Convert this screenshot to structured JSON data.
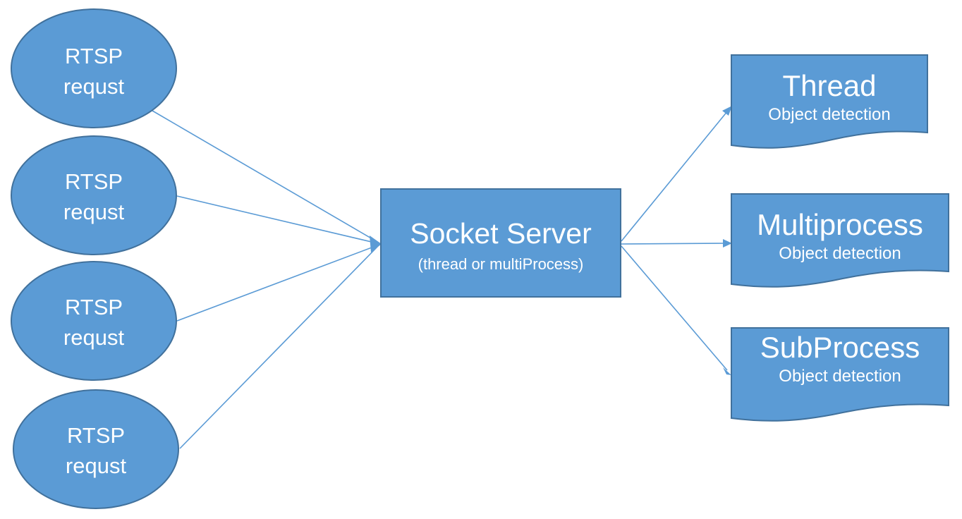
{
  "sources": [
    {
      "line1": "RTSP",
      "line2": "requst"
    },
    {
      "line1": "RTSP",
      "line2": "requst"
    },
    {
      "line1": "RTSP",
      "line2": "requst"
    },
    {
      "line1": "RTSP",
      "line2": "requst"
    }
  ],
  "server": {
    "title": "Socket Server",
    "subtitle": "(thread or multiProcess)"
  },
  "workers": [
    {
      "title": "Thread",
      "subtitle": "Object detection"
    },
    {
      "title": "Multiprocess",
      "subtitle": "Object detection"
    },
    {
      "title": "SubProcess",
      "subtitle": "Object detection"
    }
  ],
  "colors": {
    "fill": "#5b9bd5",
    "outline": "#41719c",
    "text": "#ffffff"
  }
}
